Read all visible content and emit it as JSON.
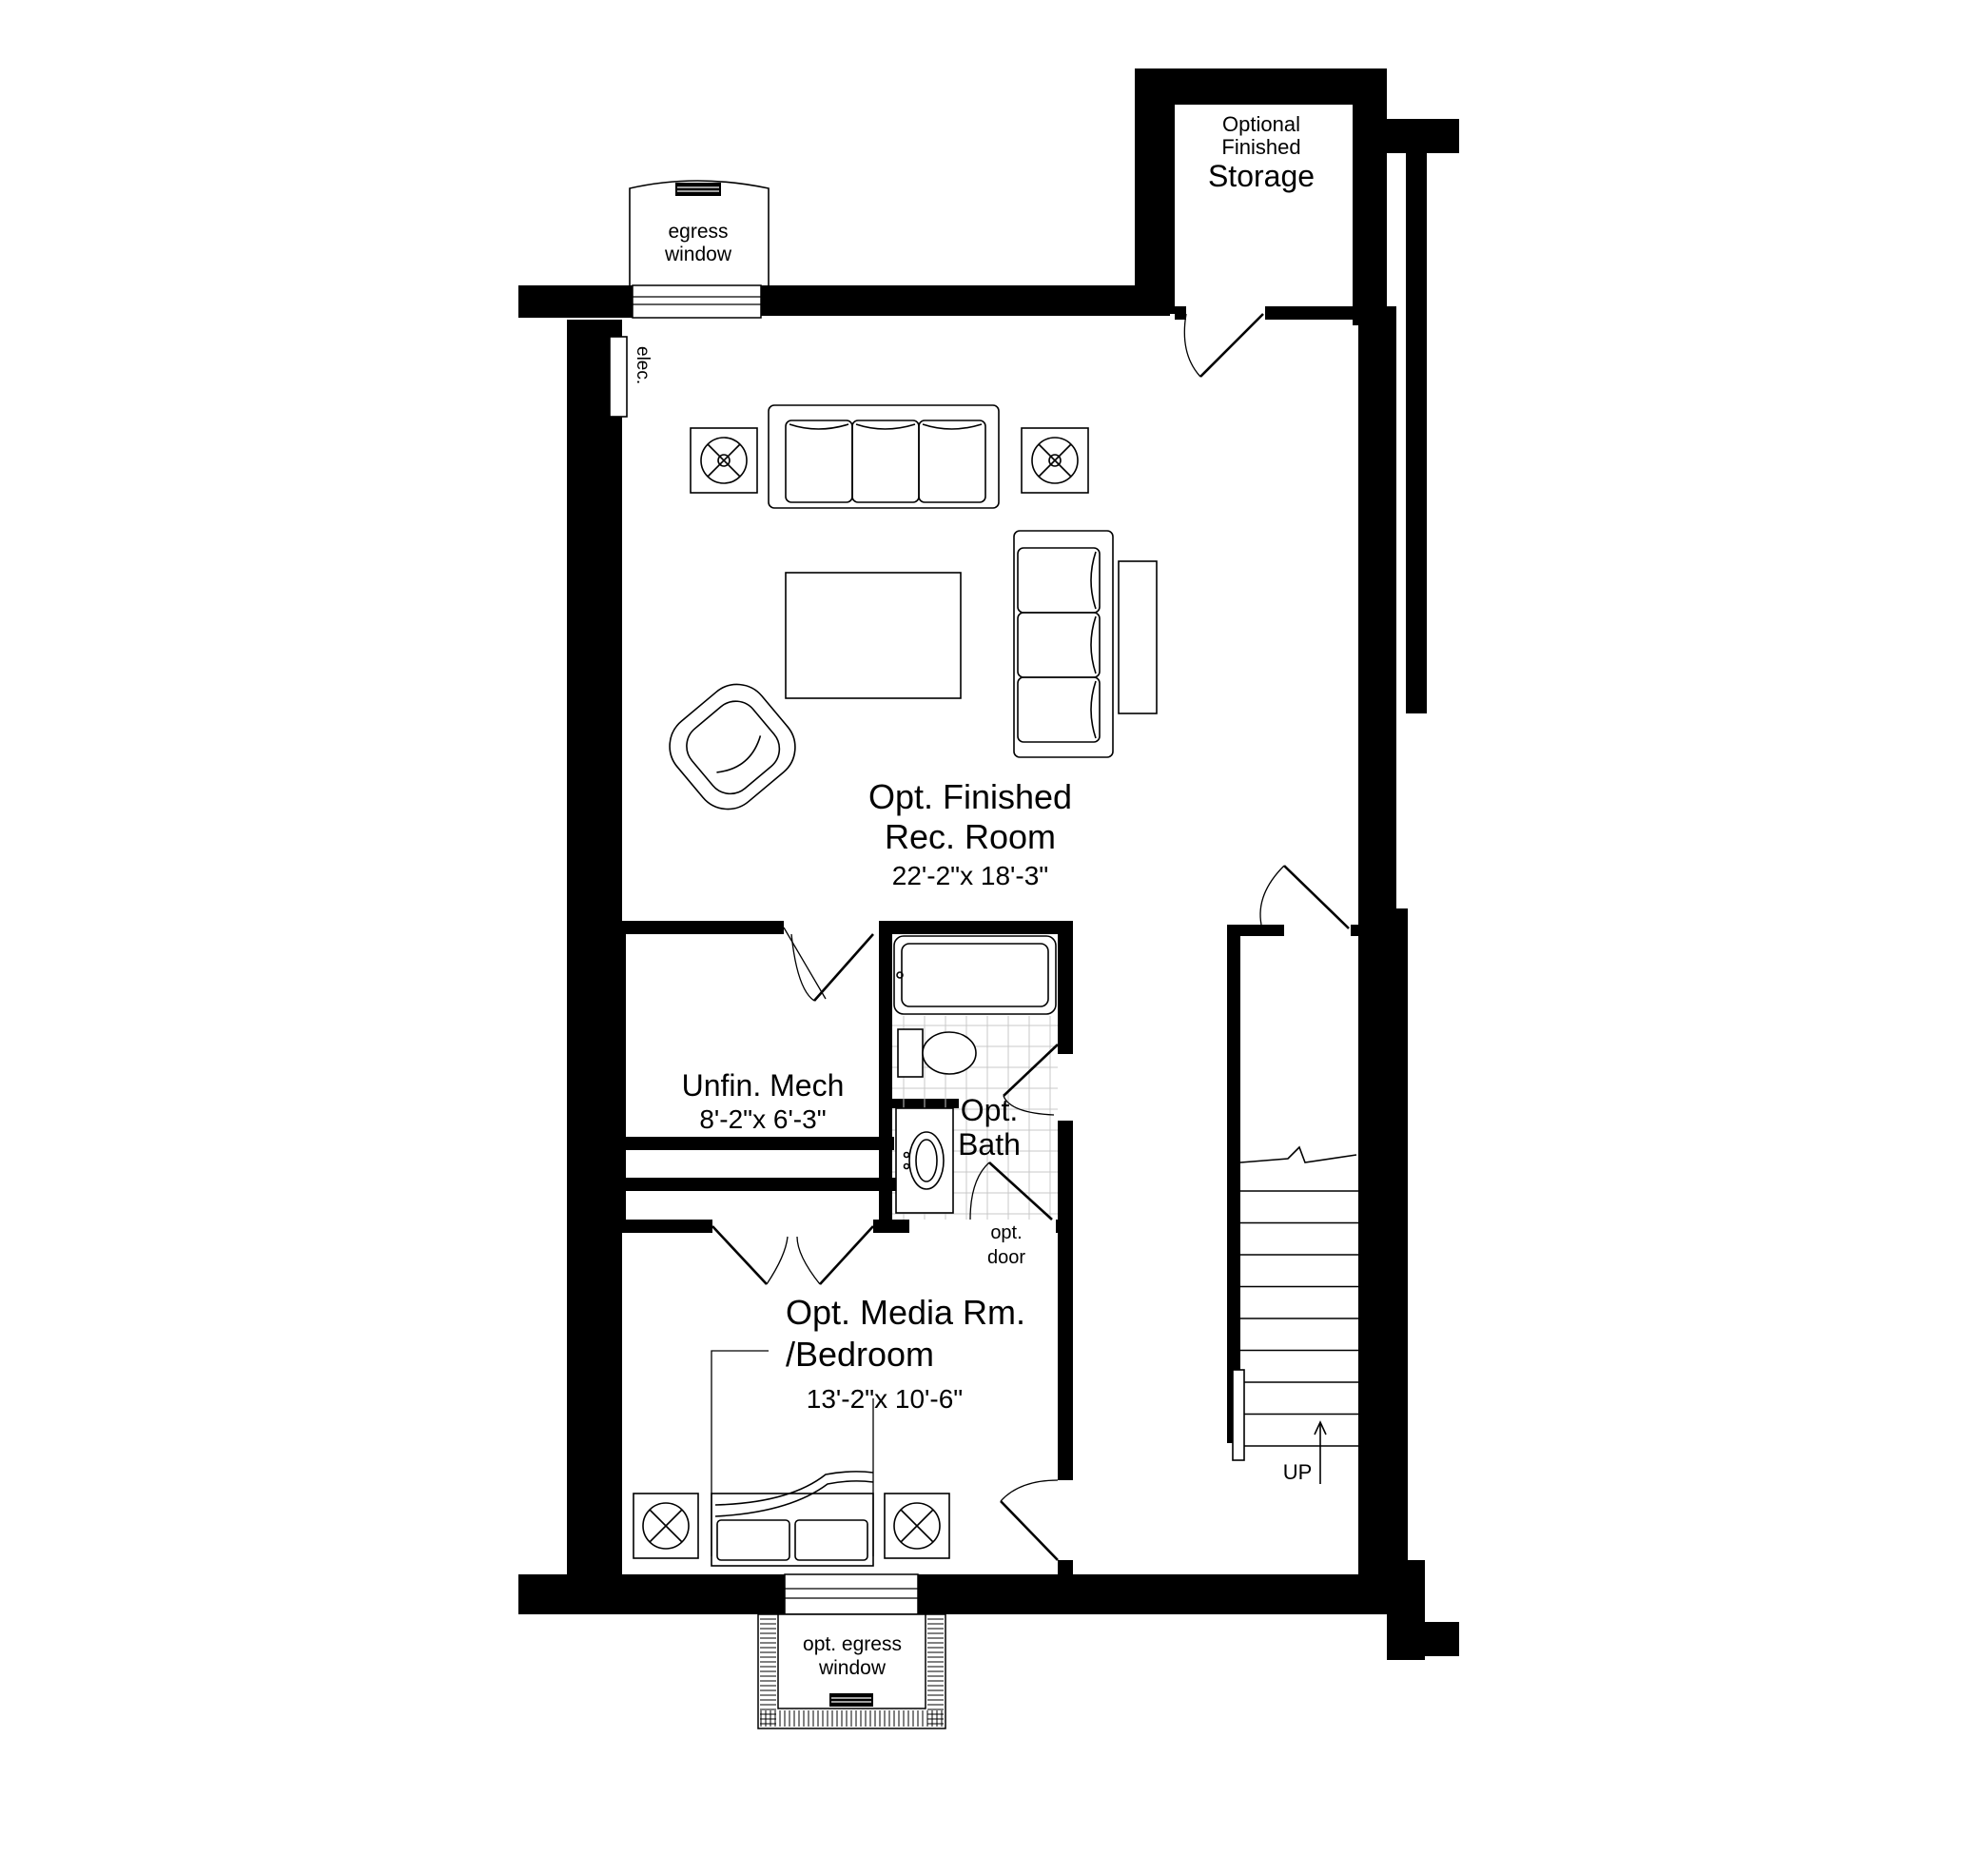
{
  "plan": {
    "rooms": {
      "storage": {
        "line1": "Optional",
        "line2": "Finished",
        "line3": "Storage"
      },
      "egress_top": {
        "line1": "egress",
        "line2": "window"
      },
      "elec": {
        "label": "elec."
      },
      "rec_room": {
        "line1": "Opt. Finished",
        "line2": "Rec. Room",
        "dims": "22'-2\"x 18'-3\""
      },
      "mech": {
        "line1": "Unfin. Mech",
        "dims": "8'-2\"x 6'-3\""
      },
      "bath": {
        "line1": "Opt.",
        "line2": "Bath"
      },
      "opt_door": {
        "line1": "opt.",
        "line2": "door"
      },
      "media": {
        "line1": "Opt. Media Rm.",
        "line2": "/Bedroom",
        "dims": "13'-2\"x 10'-6\""
      },
      "egress_bottom": {
        "line1": "opt. egress",
        "line2": "window"
      },
      "stairs": {
        "label": "UP"
      }
    },
    "colors": {
      "wall": "#000000",
      "background": "#ffffff",
      "tile": "#c9c9c9"
    }
  }
}
